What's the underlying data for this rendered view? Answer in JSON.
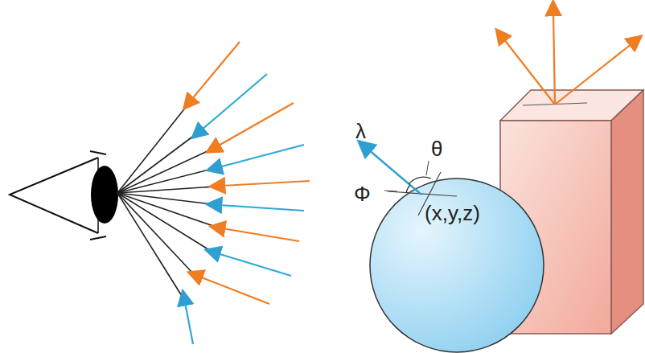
{
  "diagram": {
    "labels": [
      "λ",
      "θ",
      "Φ",
      "(x,y,z)"
    ]
  }
}
